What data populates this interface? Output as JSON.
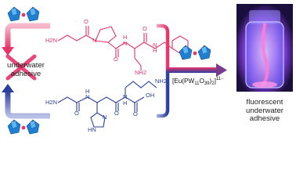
{
  "scheme": {
    "left_result": [
      "underwater",
      "adhesive"
    ],
    "right_result": [
      "fluorescent",
      "underwater",
      "adhesive"
    ],
    "complex_formula": {
      "prefix": "[Eu(PW",
      "sub1": "11",
      "mid1": "O",
      "sub2": "39",
      "mid2": ")",
      "sub3": "2",
      "mid3": "]",
      "sup": "11−"
    },
    "peptide_top": {
      "color": "#e8336b",
      "labels": [
        "H2N",
        "N",
        "O",
        "O",
        "H",
        "N",
        "NH2",
        "O",
        "H",
        "N"
      ]
    },
    "peptide_bottom": {
      "color": "#2b3f9e",
      "labels": [
        "H2N",
        "O",
        "H",
        "N",
        "O",
        "N",
        "H",
        "NH2",
        "OH",
        "O",
        "N",
        "HN"
      ]
    },
    "colors": {
      "arrow_pink": "#f2a0b8",
      "arrow_blue": "#9aa3d6",
      "cross": "#e8336b",
      "polyoxometalate": "#1f7fd0",
      "europium": "#e8336b",
      "vial_glow": "#c77dff"
    }
  }
}
